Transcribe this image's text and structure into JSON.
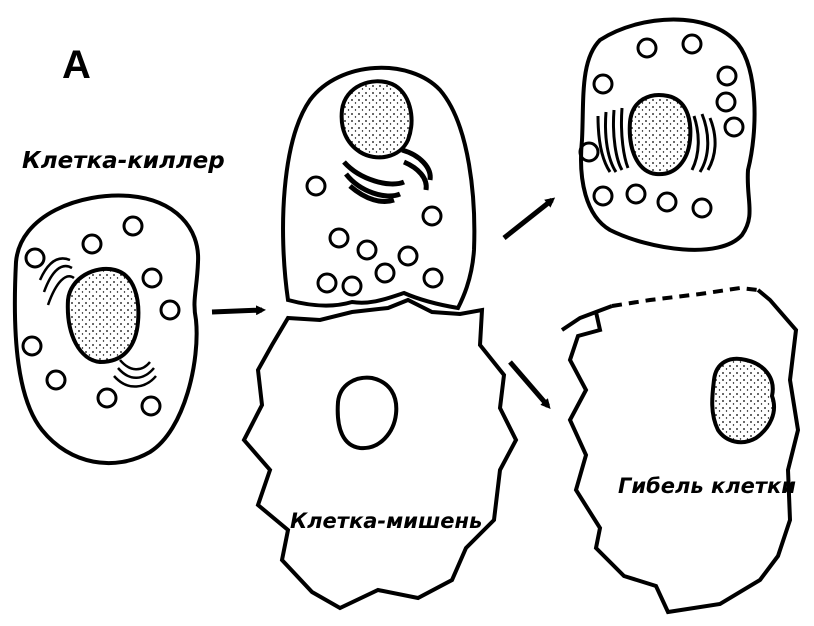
{
  "panel_letter": "А",
  "labels": {
    "killer_cell": "Клетка-киллер",
    "target_cell": "Клетка-мишень",
    "cell_death": "Гибель клетки"
  },
  "colors": {
    "ink": "#000000",
    "paper": "#ffffff"
  }
}
